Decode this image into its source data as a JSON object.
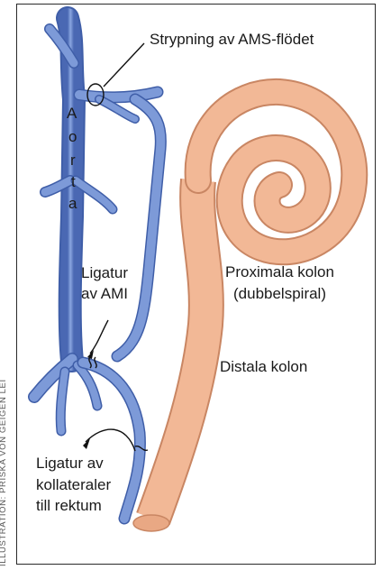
{
  "labels": {
    "strypning": "Strypning av AMS-flödet",
    "aorta": [
      "A",
      "o",
      "r",
      "t",
      "a"
    ],
    "ligatur_ami_line1": "Ligatur",
    "ligatur_ami_line2": "av AMI",
    "proximala_line1": "Proximala kolon",
    "proximala_line2": "(dubbelspiral)",
    "distala": "Distala kolon",
    "ligatur_koll_line1": "Ligatur av",
    "ligatur_koll_line2": "kollateraler",
    "ligatur_koll_line3": "till rektum"
  },
  "credit": "ILLUSTRATION: PRISKA VON GEIGEN LEI",
  "colors": {
    "vessel": "#6f8fd0",
    "vessel_dark": "#3f5ea8",
    "colon": "#f2b896",
    "colon_dark": "#c98663"
  }
}
